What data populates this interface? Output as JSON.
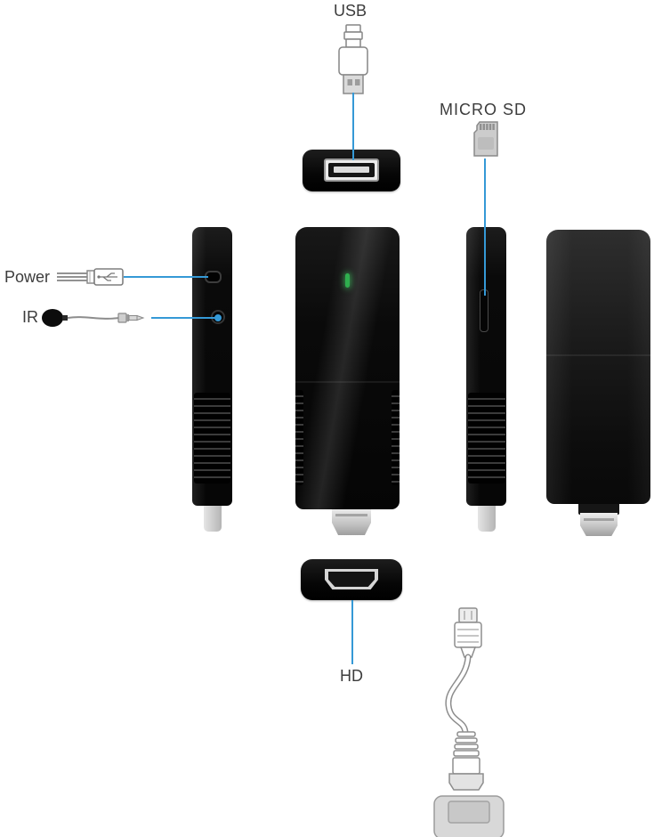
{
  "labels": {
    "usb": "USB",
    "micro_sd": "MICRO SD",
    "power": "Power",
    "ir": "IR",
    "hd": "HD"
  },
  "icons": {
    "usb_plug": "usb-a-male-plug",
    "micro_sd_card": "micro-sd-card",
    "power_cable": "usb-power-cable",
    "ir_receiver": "ir-receiver-cable",
    "hdmi_cable": "hdmi-cable-with-adapter",
    "status_led": "green-led"
  },
  "colors": {
    "background": "#ffffff",
    "callout_line": "#3599d6",
    "label_text": "#3c3c3c",
    "led": "#2fae4e",
    "device_black": "#0d0d0d",
    "metal_gray": "#d6d6d6"
  }
}
